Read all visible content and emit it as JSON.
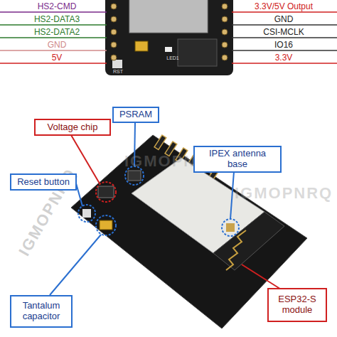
{
  "diagram": {
    "nodes": [
      {
        "text": [
          "PSRAM"
        ]
      },
      {
        "text": [
          "Voltage chip"
        ]
      },
      {
        "text": [
          "IPEX antenna base"
        ]
      },
      {
        "text": [
          "Reset button"
        ]
      },
      {
        "text": [
          "Tantalum capacitor"
        ]
      },
      {
        "text": [
          "ESP32-S module"
        ]
      }
    ],
    "labels": [
      "HS2-CMD",
      "HS2-DATA3",
      "HS2-DATA2",
      "GND",
      "5V",
      "3.3V/5V Output",
      "GND",
      "CSI-MCLK",
      "IO16",
      "3.3V",
      "LED1",
      "RST",
      "IGMOPNRQ",
      "IGMOPNRQ",
      "IGMOPNRQ"
    ]
  }
}
